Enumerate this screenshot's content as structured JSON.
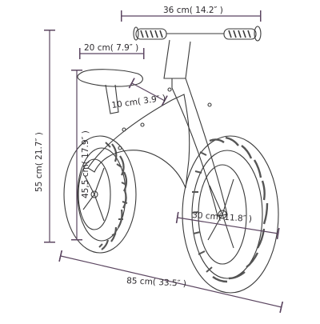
{
  "dimensions": [
    {
      "id": "handlebar-width",
      "text": "36 cm( 14.2″ )"
    },
    {
      "id": "seat-length",
      "text": "20 cm( 7.9″ )"
    },
    {
      "id": "seat-width",
      "text": "10 cm( 3.9″ )"
    },
    {
      "id": "total-height",
      "text": "55 cm( 21.7″ )"
    },
    {
      "id": "seat-height",
      "text": "45,5 cm( 17.9″ )"
    },
    {
      "id": "wheel-diameter",
      "text": "30 cm( 11.8″ )"
    },
    {
      "id": "total-length",
      "text": "85 cm( 33.5″ )"
    }
  ],
  "colors": {
    "line": "#5b4560",
    "outline": "#3a3a3a",
    "tire": "#555555"
  }
}
